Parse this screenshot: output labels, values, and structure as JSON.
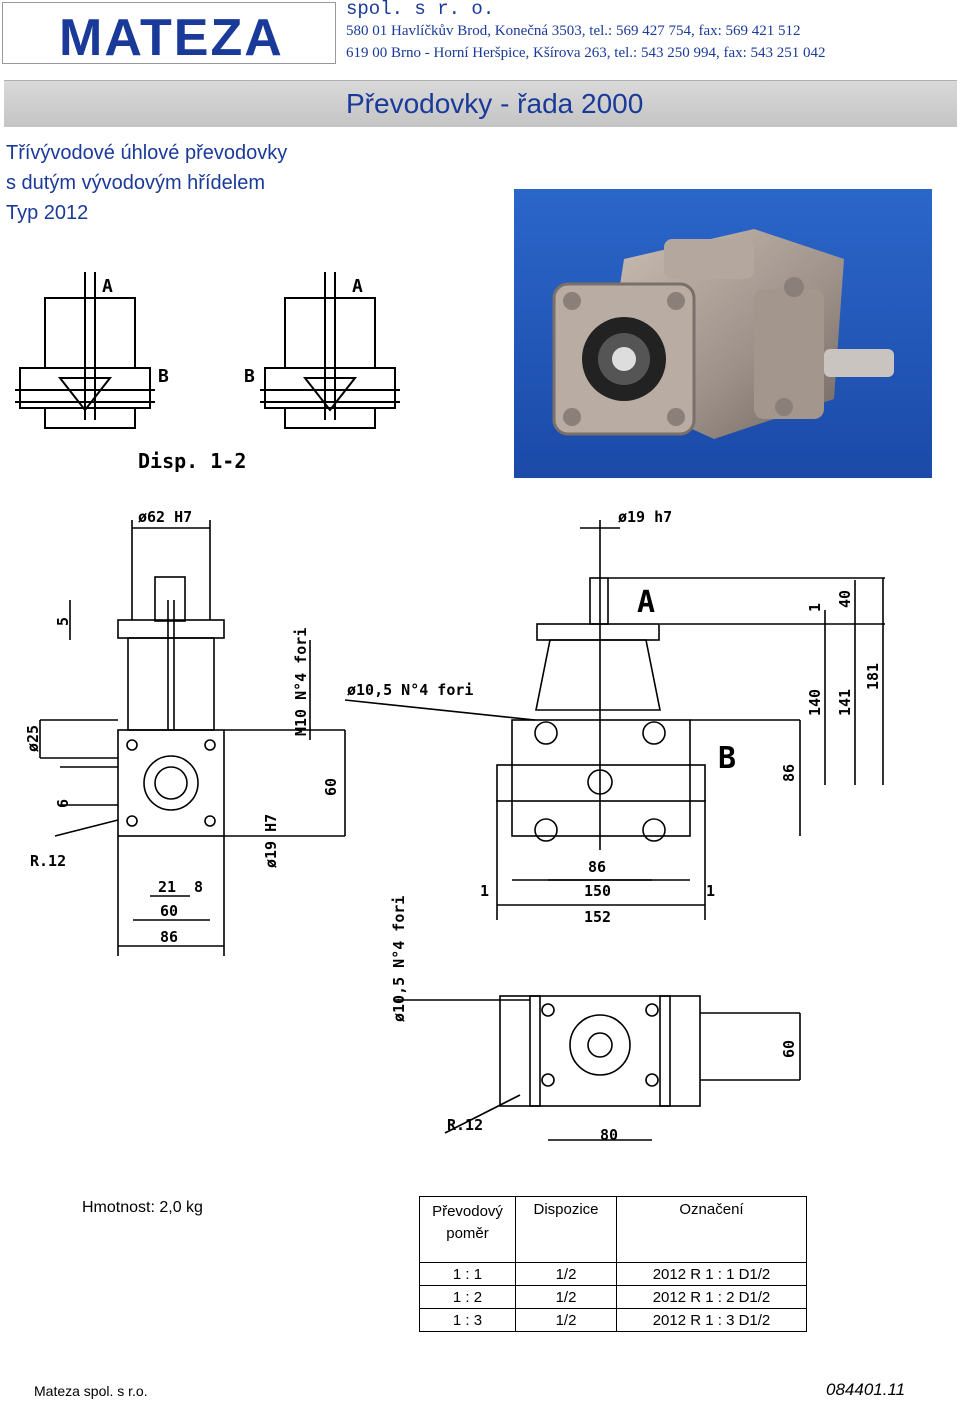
{
  "header": {
    "logo_text": "MATEZA",
    "company": "spol. s r. o.",
    "address_1": "580 01 Havlíčkův Brod, Konečná 3503, tel.: 569 427 754, fax: 569 421 512",
    "address_2": "619 00 Brno - Horní Heršpice, Kšírova 263, tel.: 543 250 994, fax: 543 251 042"
  },
  "title": "Převodovky - řada 2000",
  "subtitle": {
    "line1": "Třívývodové úhlové převodovky",
    "line2": "s dutým vývodovým hřídelem",
    "line3": "Typ 2012"
  },
  "drawing_labels": {
    "disp": "Disp. 1-2",
    "a": "A",
    "b": "B",
    "d62": "ø62 H7",
    "d19h7": "ø19 h7",
    "d25": "ø25",
    "d19H7": "ø19 H7",
    "m10": "M10 N°4 fori",
    "hole_top": "ø10,5 N°4 fori",
    "hole_side": "ø10,5 N°4 fori",
    "r12": "R.12",
    "dims": {
      "d5": "5",
      "d6": "6",
      "d60": "60",
      "d21": "21",
      "d8": "8",
      "d60b": "60",
      "d86a": "86",
      "d1top": "1",
      "d40": "40",
      "d140": "140",
      "d141": "141",
      "d181": "181",
      "d86b": "86",
      "d86c": "86",
      "d1l": "1",
      "d150": "150",
      "d1r": "1",
      "d152": "152",
      "d60c": "60",
      "d80": "80"
    }
  },
  "weight": "Hmotnost: 2,0 kg",
  "table": {
    "headers": [
      "Převodový poměr",
      "Dispozice",
      "Označení"
    ],
    "rows": [
      [
        "1 : 1",
        "1/2",
        "2012 R 1 : 1  D1/2"
      ],
      [
        "1 : 2",
        "1/2",
        "2012 R 1 : 2  D1/2"
      ],
      [
        "1 : 3",
        "1/2",
        "2012 R 1 : 3  D1/2"
      ]
    ]
  },
  "footer": {
    "left": "Mateza spol. s r.o.",
    "right": "084401.11"
  },
  "colors": {
    "accent": "#1a3a9a",
    "banner": "#cfcfcf"
  }
}
